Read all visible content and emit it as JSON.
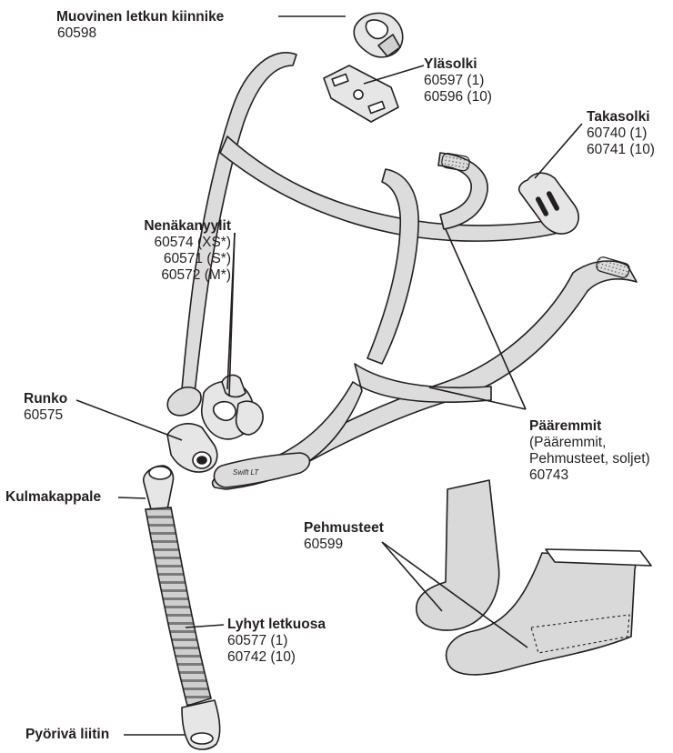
{
  "labels": {
    "tube_clip": {
      "title": "Muovinen letkun kiinnike",
      "codes": [
        "60598"
      ]
    },
    "top_buckle": {
      "title": "Yläsolki",
      "codes": [
        "60597 (1)",
        "60596 (10)"
      ]
    },
    "rear_buckle": {
      "title": "Takasolki",
      "codes": [
        "60740 (1)",
        "60741 (10)"
      ]
    },
    "nasal_pillows": {
      "title": "Nenäkanyylit",
      "codes": [
        "60574 (XS*)",
        "60571 (S*)",
        "60572 (M*)"
      ]
    },
    "frame": {
      "title": "Runko",
      "codes": [
        "60575"
      ]
    },
    "elbow": {
      "title": "Kulmakappale",
      "codes": []
    },
    "headgear": {
      "title": "Pääremmit",
      "codes": [
        "(Pääremmit,",
        "Pehmusteet, soljet)",
        "60743"
      ]
    },
    "pads": {
      "title": "Pehmusteet",
      "codes": [
        "60599"
      ]
    },
    "short_tube": {
      "title": "Lyhyt letkuosa",
      "codes": [
        "60577 (1)",
        "60742 (10)"
      ]
    },
    "swivel": {
      "title": "Pyörivä liitin",
      "codes": []
    }
  },
  "product_mark": "Swift LT",
  "colors": {
    "strap": "#dcdcdc",
    "outline": "#231f20",
    "part": "#e6e6e6",
    "pad": "#d9d9d9"
  }
}
